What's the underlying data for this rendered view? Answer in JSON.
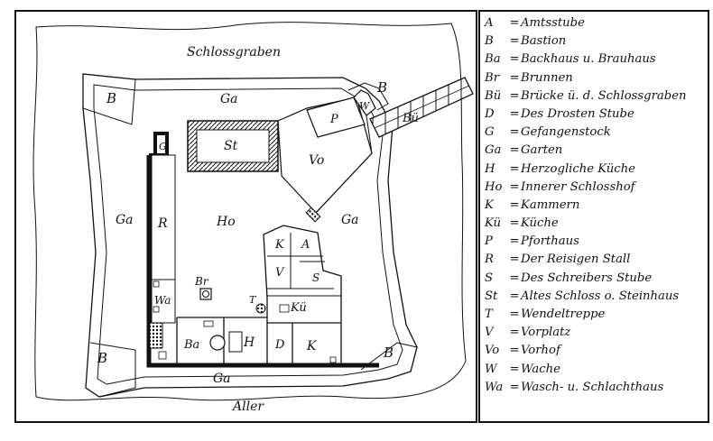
{
  "map_labels": {
    "schlossgraben": "Schlossgraben",
    "aller": "Aller",
    "b_top_left": "B",
    "b_top_right": "B",
    "b_bottom_left": "B",
    "b_bottom_right": "B",
    "ga_top": "Ga",
    "ga_left": "Ga",
    "ga_right": "Ga",
    "ga_bottom": "Ga",
    "st": "St",
    "vo": "Vo",
    "p": "P",
    "w": "W",
    "bu": "Bü",
    "g": "G",
    "r": "R",
    "ho": "Ho",
    "k_small": "K",
    "a": "A",
    "v": "V",
    "s": "S",
    "ku": "Kü",
    "k_large": "K",
    "d": "D",
    "h": "H",
    "ba": "Ba",
    "br": "Br",
    "t": "T",
    "wa": "Wa"
  },
  "legend": [
    {
      "abbr": "A",
      "sep": "=",
      "text": "Amtsstube"
    },
    {
      "abbr": "B",
      "sep": "=",
      "text": "Bastion"
    },
    {
      "abbr": "Ba",
      "sep": "=",
      "text": "Backhaus u. Brauhaus"
    },
    {
      "abbr": "Br",
      "sep": "=",
      "text": "Brunnen"
    },
    {
      "abbr": "Bü",
      "sep": "=",
      "text": "Brücke ü. d. Schlossgraben"
    },
    {
      "abbr": "D",
      "sep": "=",
      "text": "Des Drosten Stube"
    },
    {
      "abbr": "G",
      "sep": "=",
      "text": "Gefangenstock"
    },
    {
      "abbr": "Ga",
      "sep": "=",
      "text": "Garten"
    },
    {
      "abbr": "H",
      "sep": "=",
      "text": "Herzogliche Küche"
    },
    {
      "abbr": "Ho",
      "sep": "=",
      "text": "Innerer Schlosshof"
    },
    {
      "abbr": "K",
      "sep": "=",
      "text": "Kammern"
    },
    {
      "abbr": "Kü",
      "sep": "=",
      "text": "Küche"
    },
    {
      "abbr": "P",
      "sep": "=",
      "text": "Pforthaus"
    },
    {
      "abbr": "R",
      "sep": "=",
      "text": "Der Reisigen Stall"
    },
    {
      "abbr": "S",
      "sep": "=",
      "text": "Des Schreibers Stube"
    },
    {
      "abbr": "St",
      "sep": "=",
      "text": "Altes Schloss o. Steinhaus"
    },
    {
      "abbr": "T",
      "sep": "=",
      "text": "Wendeltreppe"
    },
    {
      "abbr": "V",
      "sep": "=",
      "text": "Vorplatz"
    },
    {
      "abbr": "Vo",
      "sep": "=",
      "text": "Vorhof"
    },
    {
      "abbr": "W",
      "sep": "=",
      "text": "Wache"
    },
    {
      "abbr": "Wa",
      "sep": "=",
      "text": "Wasch- u. Schlachthaus"
    }
  ]
}
